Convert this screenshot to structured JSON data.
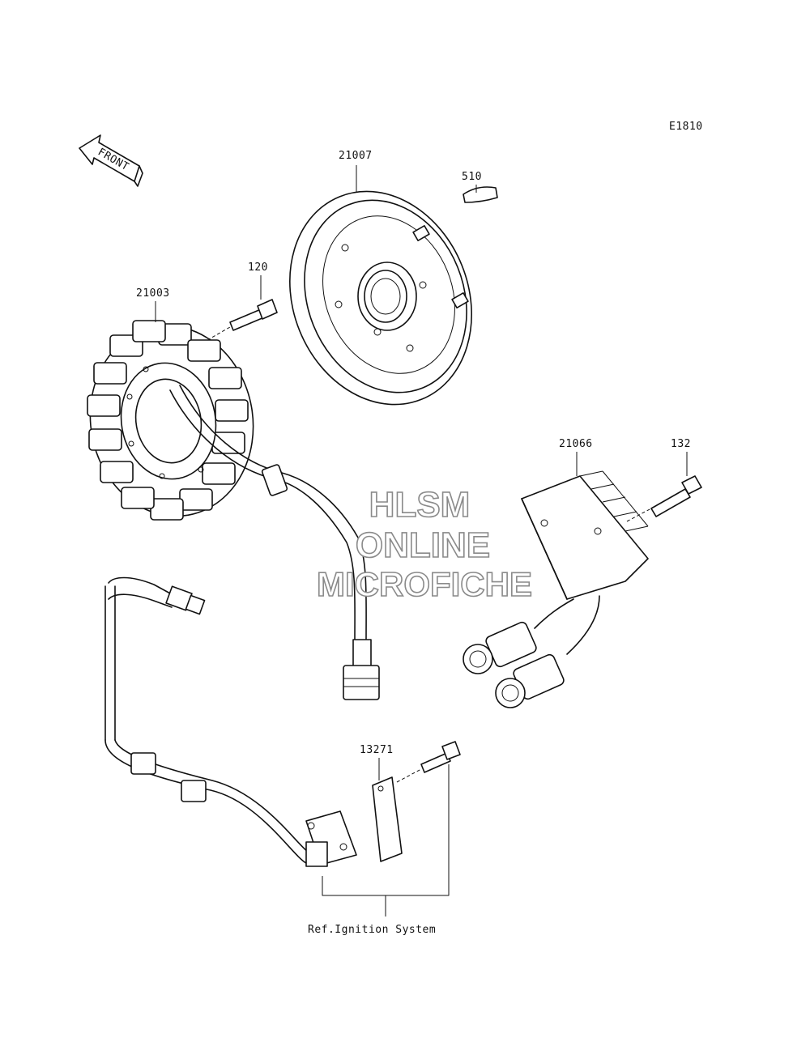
{
  "diagram": {
    "code": "E1810",
    "front_label": "FRONT",
    "reference_note": "Ref.Ignition System",
    "parts": [
      {
        "number": "21007"
      },
      {
        "number": "510"
      },
      {
        "number": "120"
      },
      {
        "number": "21003"
      },
      {
        "number": "21066"
      },
      {
        "number": "132"
      },
      {
        "number": "13271"
      }
    ]
  },
  "watermark": {
    "line1": "HLSM",
    "line2": "ONLINE",
    "line3": "MICROFICHE"
  }
}
